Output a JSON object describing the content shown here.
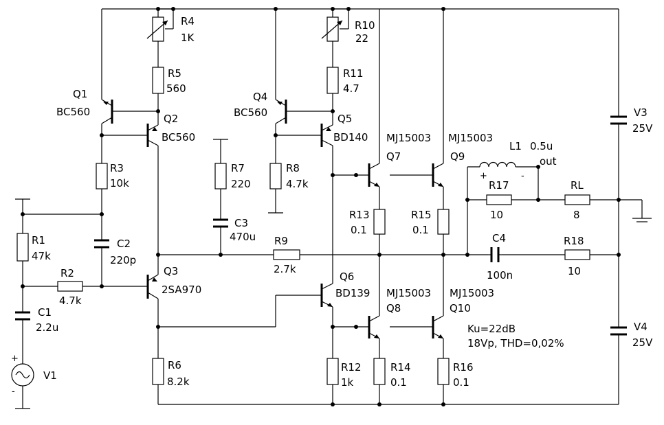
{
  "components": {
    "Q1": {
      "ref": "Q1",
      "part": "BC560"
    },
    "Q2": {
      "ref": "Q2",
      "part": "BC560"
    },
    "Q3": {
      "ref": "Q3",
      "part": "2SA970"
    },
    "Q4": {
      "ref": "Q4",
      "part": "BC560"
    },
    "Q5": {
      "ref": "Q5",
      "part": "BD140"
    },
    "Q6": {
      "ref": "Q6",
      "part": "BD139"
    },
    "Q7": {
      "ref": "Q7",
      "part": "MJ15003"
    },
    "Q8": {
      "ref": "Q8",
      "part": "MJ15003"
    },
    "Q9": {
      "ref": "Q9",
      "part": "MJ15003"
    },
    "Q10": {
      "ref": "Q10",
      "part": "MJ15003"
    },
    "R1": {
      "ref": "R1",
      "value": "47k"
    },
    "R2": {
      "ref": "R2",
      "value": "4.7k"
    },
    "R3": {
      "ref": "R3",
      "value": "10k"
    },
    "R4": {
      "ref": "R4",
      "value": "1K"
    },
    "R5": {
      "ref": "R5",
      "value": "560"
    },
    "R6": {
      "ref": "R6",
      "value": "8.2k"
    },
    "R7": {
      "ref": "R7",
      "value": "220"
    },
    "R8": {
      "ref": "R8",
      "value": "4.7k"
    },
    "R9": {
      "ref": "R9",
      "value": "2.7k"
    },
    "R10": {
      "ref": "R10",
      "value": "22"
    },
    "R11": {
      "ref": "R11",
      "value": "4.7"
    },
    "R12": {
      "ref": "R12",
      "value": "1k"
    },
    "R13": {
      "ref": "R13",
      "value": "0.1"
    },
    "R14": {
      "ref": "R14",
      "value": "0.1"
    },
    "R15": {
      "ref": "R15",
      "value": "0.1"
    },
    "R16": {
      "ref": "R16",
      "value": "0.1"
    },
    "R17": {
      "ref": "R17",
      "value": "10"
    },
    "R18": {
      "ref": "R18",
      "value": "10"
    },
    "RL": {
      "ref": "RL",
      "value": "8"
    },
    "C1": {
      "ref": "C1",
      "value": "2.2u"
    },
    "C2": {
      "ref": "C2",
      "value": "220p"
    },
    "C3": {
      "ref": "C3",
      "value": "470u"
    },
    "C4": {
      "ref": "C4",
      "value": "100n"
    },
    "L1": {
      "ref": "L1",
      "value": "0.5u"
    },
    "V1": {
      "ref": "V1"
    },
    "V3": {
      "ref": "V3",
      "value": "25V"
    },
    "V4": {
      "ref": "V4",
      "value": "25V"
    }
  },
  "labels": {
    "out": "out",
    "gain": "Ku=22dB",
    "thd": "18Vp, THD=0,02%",
    "plus": "+",
    "minus": "-"
  }
}
